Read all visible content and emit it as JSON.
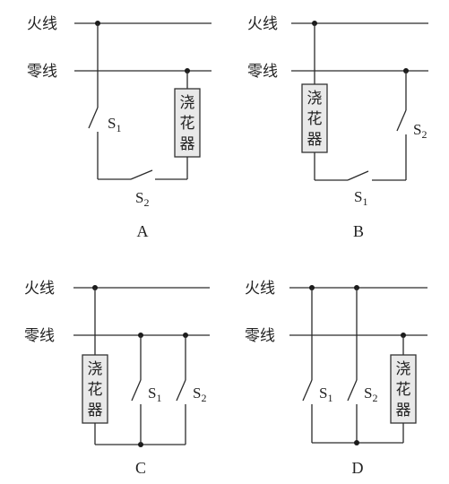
{
  "labels": {
    "live": "火线",
    "neutral": "零线",
    "device_chars": [
      "浇",
      "花",
      "器"
    ],
    "s1_main": "S",
    "s1_sub": "1",
    "s2_main": "S",
    "s2_sub": "2"
  },
  "options": [
    {
      "id": "A",
      "caption": "A"
    },
    {
      "id": "B",
      "caption": "B"
    },
    {
      "id": "C",
      "caption": "C"
    },
    {
      "id": "D",
      "caption": "D"
    }
  ]
}
